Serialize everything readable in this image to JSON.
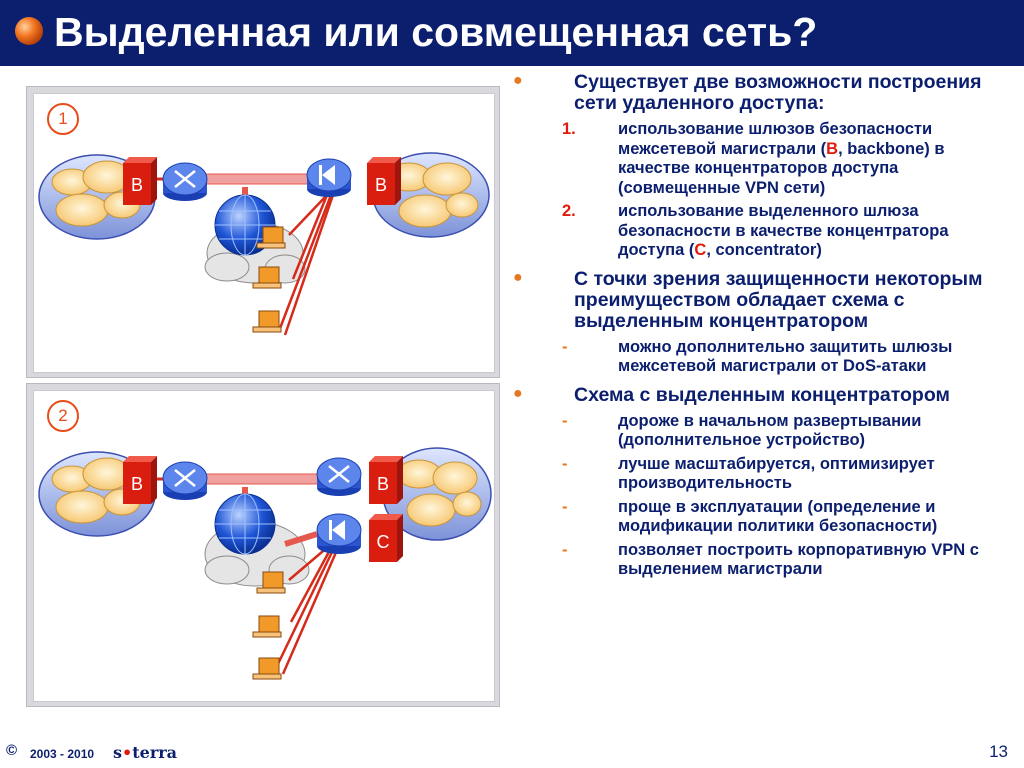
{
  "slide": {
    "title": "Выделенная или совмещенная сеть?",
    "page_number": "13",
    "footer_copyright": "©",
    "footer_years": "2003 - 2010",
    "footer_logo_left": "s",
    "footer_logo_dot": "•",
    "footer_logo_right": "terra"
  },
  "diagram1": {
    "number": "1",
    "gw_left": "B",
    "gw_right": "B"
  },
  "diagram2": {
    "number": "2",
    "gw_left": "B",
    "gw_right": "B",
    "concentrator": "C"
  },
  "bullets": [
    {
      "text": "Существует две возможности построения сети удаленного доступа:",
      "subitems": [
        {
          "marker": "1.",
          "before": "использование шлюзов безопасности межсетевой магистрали (",
          "highlight": "B",
          "after": ", backbone) в качестве концентраторов доступа (совмещенные VPN сети)"
        },
        {
          "marker": "2.",
          "before": "использование выделенного шлюза безопасности в качестве концентратора доступа (",
          "highlight": "C",
          "after": ", concentrator)"
        }
      ]
    },
    {
      "text": "С точки зрения защищенности некоторым преимуществом обладает схема с выделенным концентратором",
      "subitems": [
        {
          "marker": "-",
          "text": "можно дополнительно защитить шлюзы межсетевой магистрали от DoS-атаки"
        }
      ]
    },
    {
      "text": "Схема с выделенным концентратором",
      "subitems": [
        {
          "marker": "-",
          "text": "дороже в начальном развертывании (дополнительное устройство)"
        },
        {
          "marker": "-",
          "text": "лучше масштабируется, оптимизирует производительность"
        },
        {
          "marker": "-",
          "text": "проще в эксплуатации (определение и модификации политики безопасности)"
        },
        {
          "marker": "-",
          "text": "позволяет построить корпоративную VPN с выделением магистрали"
        }
      ]
    }
  ]
}
